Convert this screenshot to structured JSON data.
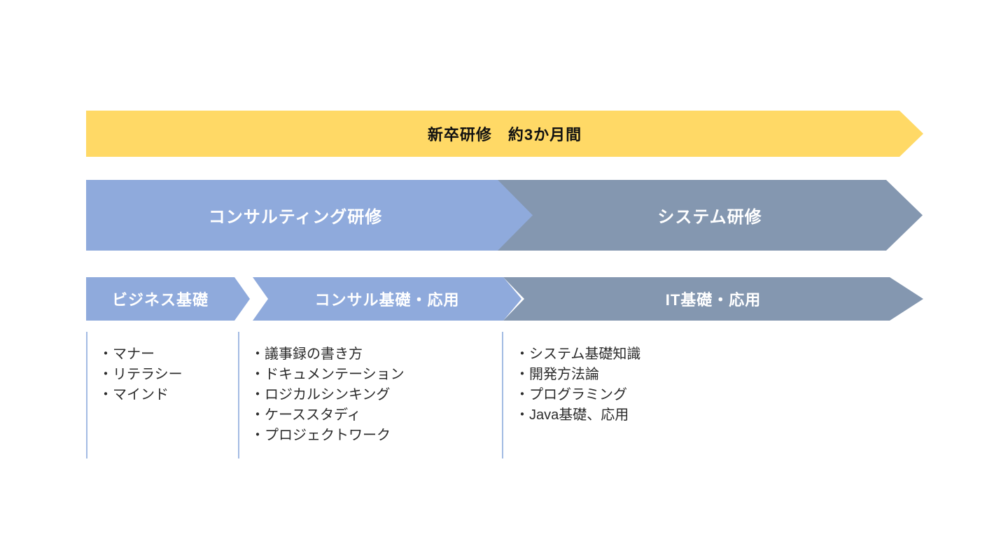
{
  "diagram": {
    "title_banner": {
      "label": "新卒研修　約3か月間"
    },
    "phase_row": {
      "consulting": {
        "label": "コンサルティング研修"
      },
      "system": {
        "label": "システム研修"
      }
    },
    "stage_row": {
      "business_basics": {
        "label": "ビジネス基礎"
      },
      "consulting_basics": {
        "label": "コンサル基礎・応用"
      },
      "it_basics": {
        "label": "IT基礎・応用"
      }
    },
    "columns": [
      {
        "items": [
          "・マナー",
          "・リテラシー",
          "・マインド"
        ]
      },
      {
        "items": [
          "・議事録の書き方",
          "・ドキュメンテーション",
          "・ロジカルシンキング",
          "・ケーススタディ",
          "・プロジェクトワーク"
        ]
      },
      {
        "items": [
          "・システム基礎知識",
          "・開発方法論",
          "・プログラミング",
          "・Java基礎、応用"
        ]
      }
    ],
    "colors": {
      "banner_yellow": "#FFD966",
      "arrow_light_blue": "#8FAADC",
      "arrow_gray_blue": "#8497B0",
      "separator_blue": "#A3BBE3",
      "title_text": "#111111",
      "arrow_text": "#FFFFFF",
      "bullet_text": "#2B2B2B",
      "background": "#FFFFFF"
    }
  }
}
